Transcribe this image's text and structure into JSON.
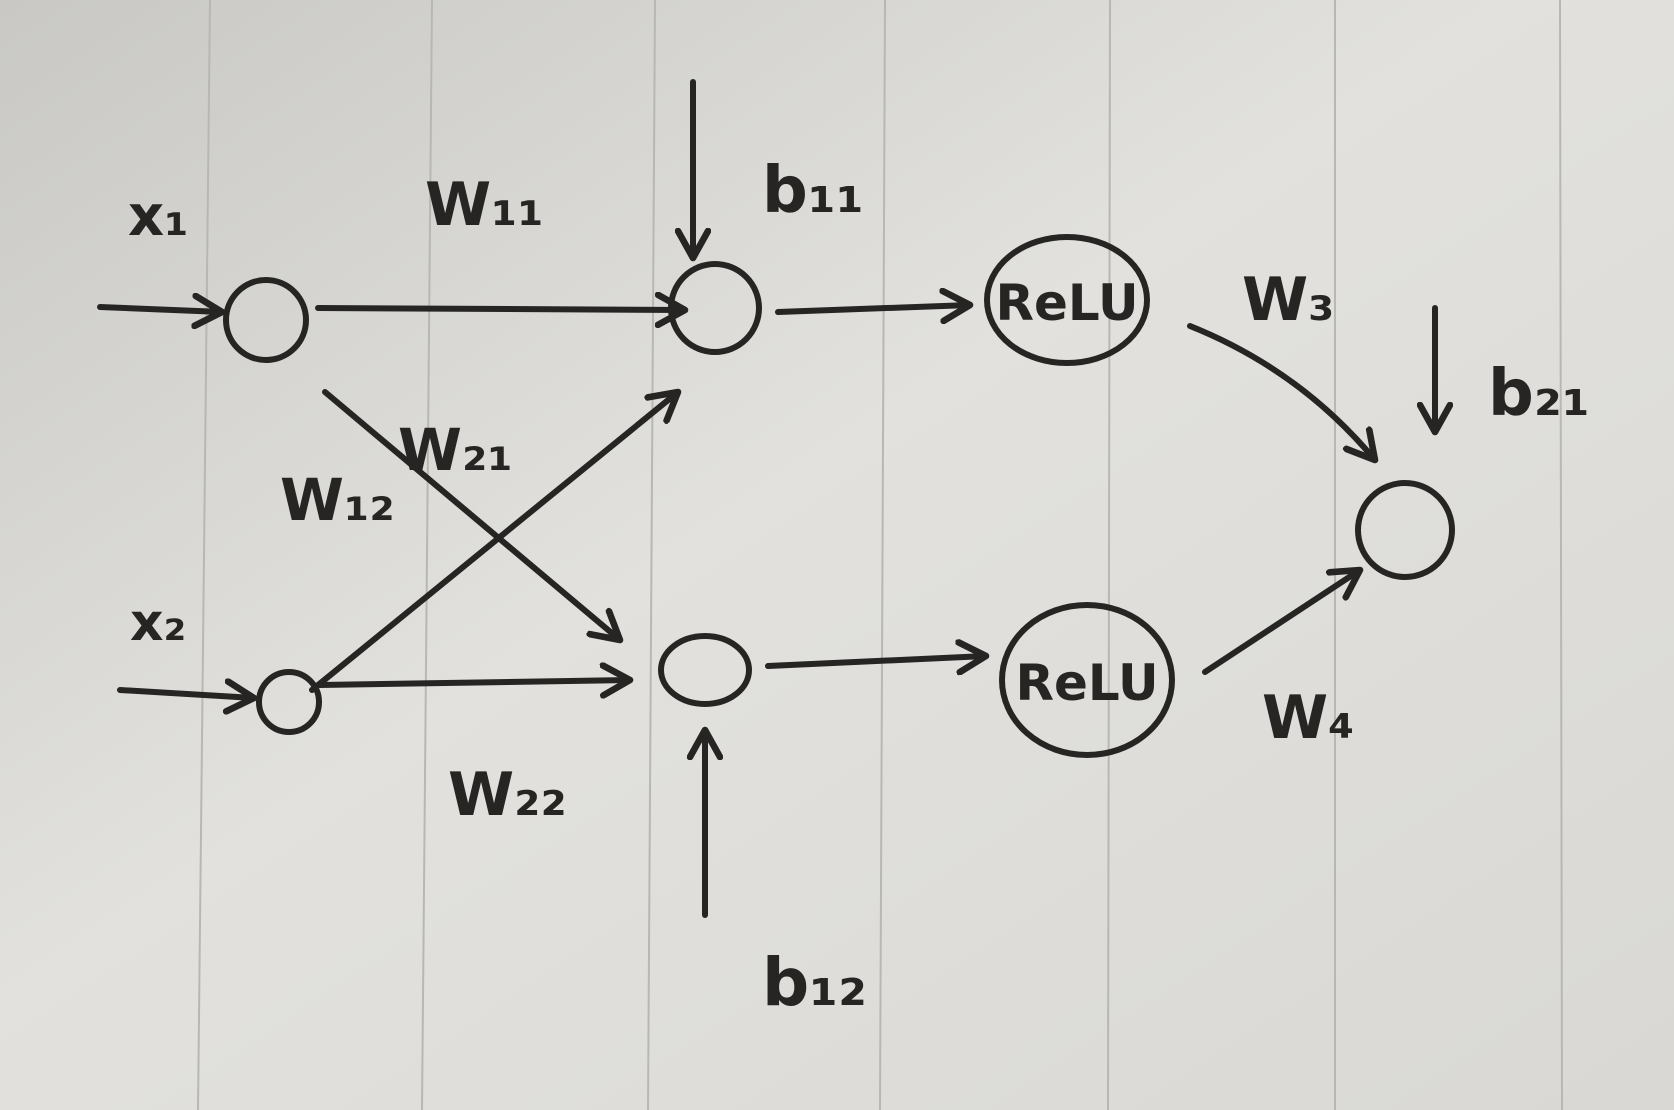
{
  "diagram": {
    "inputs": [
      {
        "id": "x1",
        "label": "x₁"
      },
      {
        "id": "x2",
        "label": "x₂"
      }
    ],
    "weights": {
      "w11": "W₁₁",
      "w12": "W₁₂",
      "w21": "W₂₁",
      "w22": "W₂₂",
      "w3": "W₃",
      "w4": "W₄"
    },
    "biases": {
      "b11": "b₁₁",
      "b12": "b₁₂",
      "b21": "b₂₁"
    },
    "activations": [
      {
        "id": "relu-top",
        "label": "ReLU"
      },
      {
        "id": "relu-bottom",
        "label": "ReLU"
      }
    ]
  }
}
